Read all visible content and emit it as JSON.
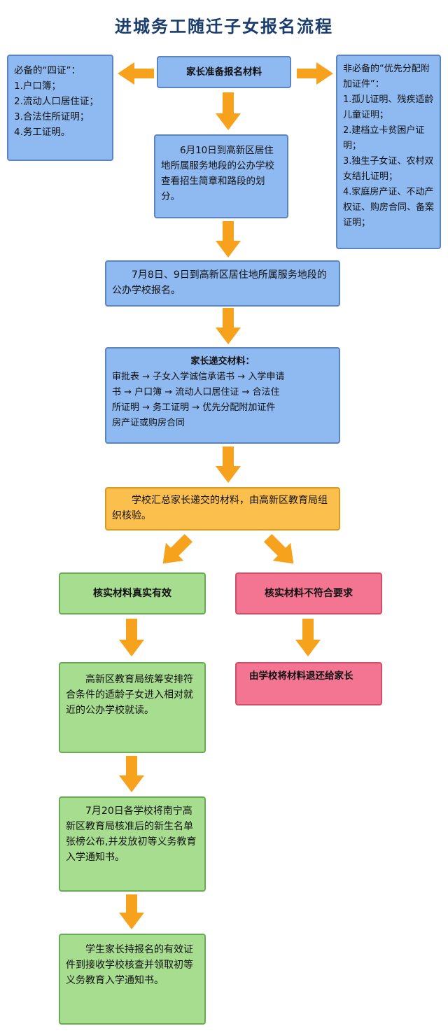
{
  "title": "进城务工随迁子女报名流程",
  "start": "家长准备报名材料",
  "required": {
    "heading": "必备的“四证”：",
    "items": [
      "1.户口簿；",
      "2.流动人口居住证；",
      "3.合法住所证明；",
      "4.务工证明。"
    ]
  },
  "optional": {
    "heading": "非必备的“优先分配附加证件”：",
    "items": [
      "1.孤儿证明、残疾适龄儿童证明；",
      "2.建档立卡贫困户证明；",
      "3.独生子女证、农村双女结扎证明；",
      "4.家庭房产证、不动产权证、购房合同、备案证明；"
    ]
  },
  "step1": "6月10日到高新区居住地所属服务地段的公办学校查看招生简章和路段的划分。",
  "step2": "7月8日、9日到高新区居住地所属服务地段的公办学校报名。",
  "submit": {
    "heading": "家长递交材料：",
    "lines": [
      "审批表 → 子女入学诚信承诺书 → 入学申请",
      "书 → 户口簿 → 流动人口居住证 → 合法住",
      "所证明 → 务工证明 → 优先分配附加证件",
      "房产证或购房合同"
    ]
  },
  "verify": "学校汇总家长递交的材料，由高新区教育局组织核验。",
  "valid": "核实材料真实有效",
  "invalid": "核实材料不符合要求",
  "return_materials": "由学校将材料退还给家长",
  "assign": "高新区教育局统筹安排符合条件的适龄子女进入相对就近的公办学校就读。",
  "announce": "7月20日各学校将南宁高新区教育局核准后的新生名单张榜公布,并发放初等义务教育入学通知书。",
  "collect": "学生家长持报名的有效证件到接收学校核查并领取初等义务教育入学通知书。",
  "colors": {
    "blue": "#8fb9f1",
    "orange": "#fbbf4d",
    "green": "#a7dd8f",
    "pink": "#f47592",
    "arrow": "#f6a21d",
    "title": "#1a3d6e"
  }
}
